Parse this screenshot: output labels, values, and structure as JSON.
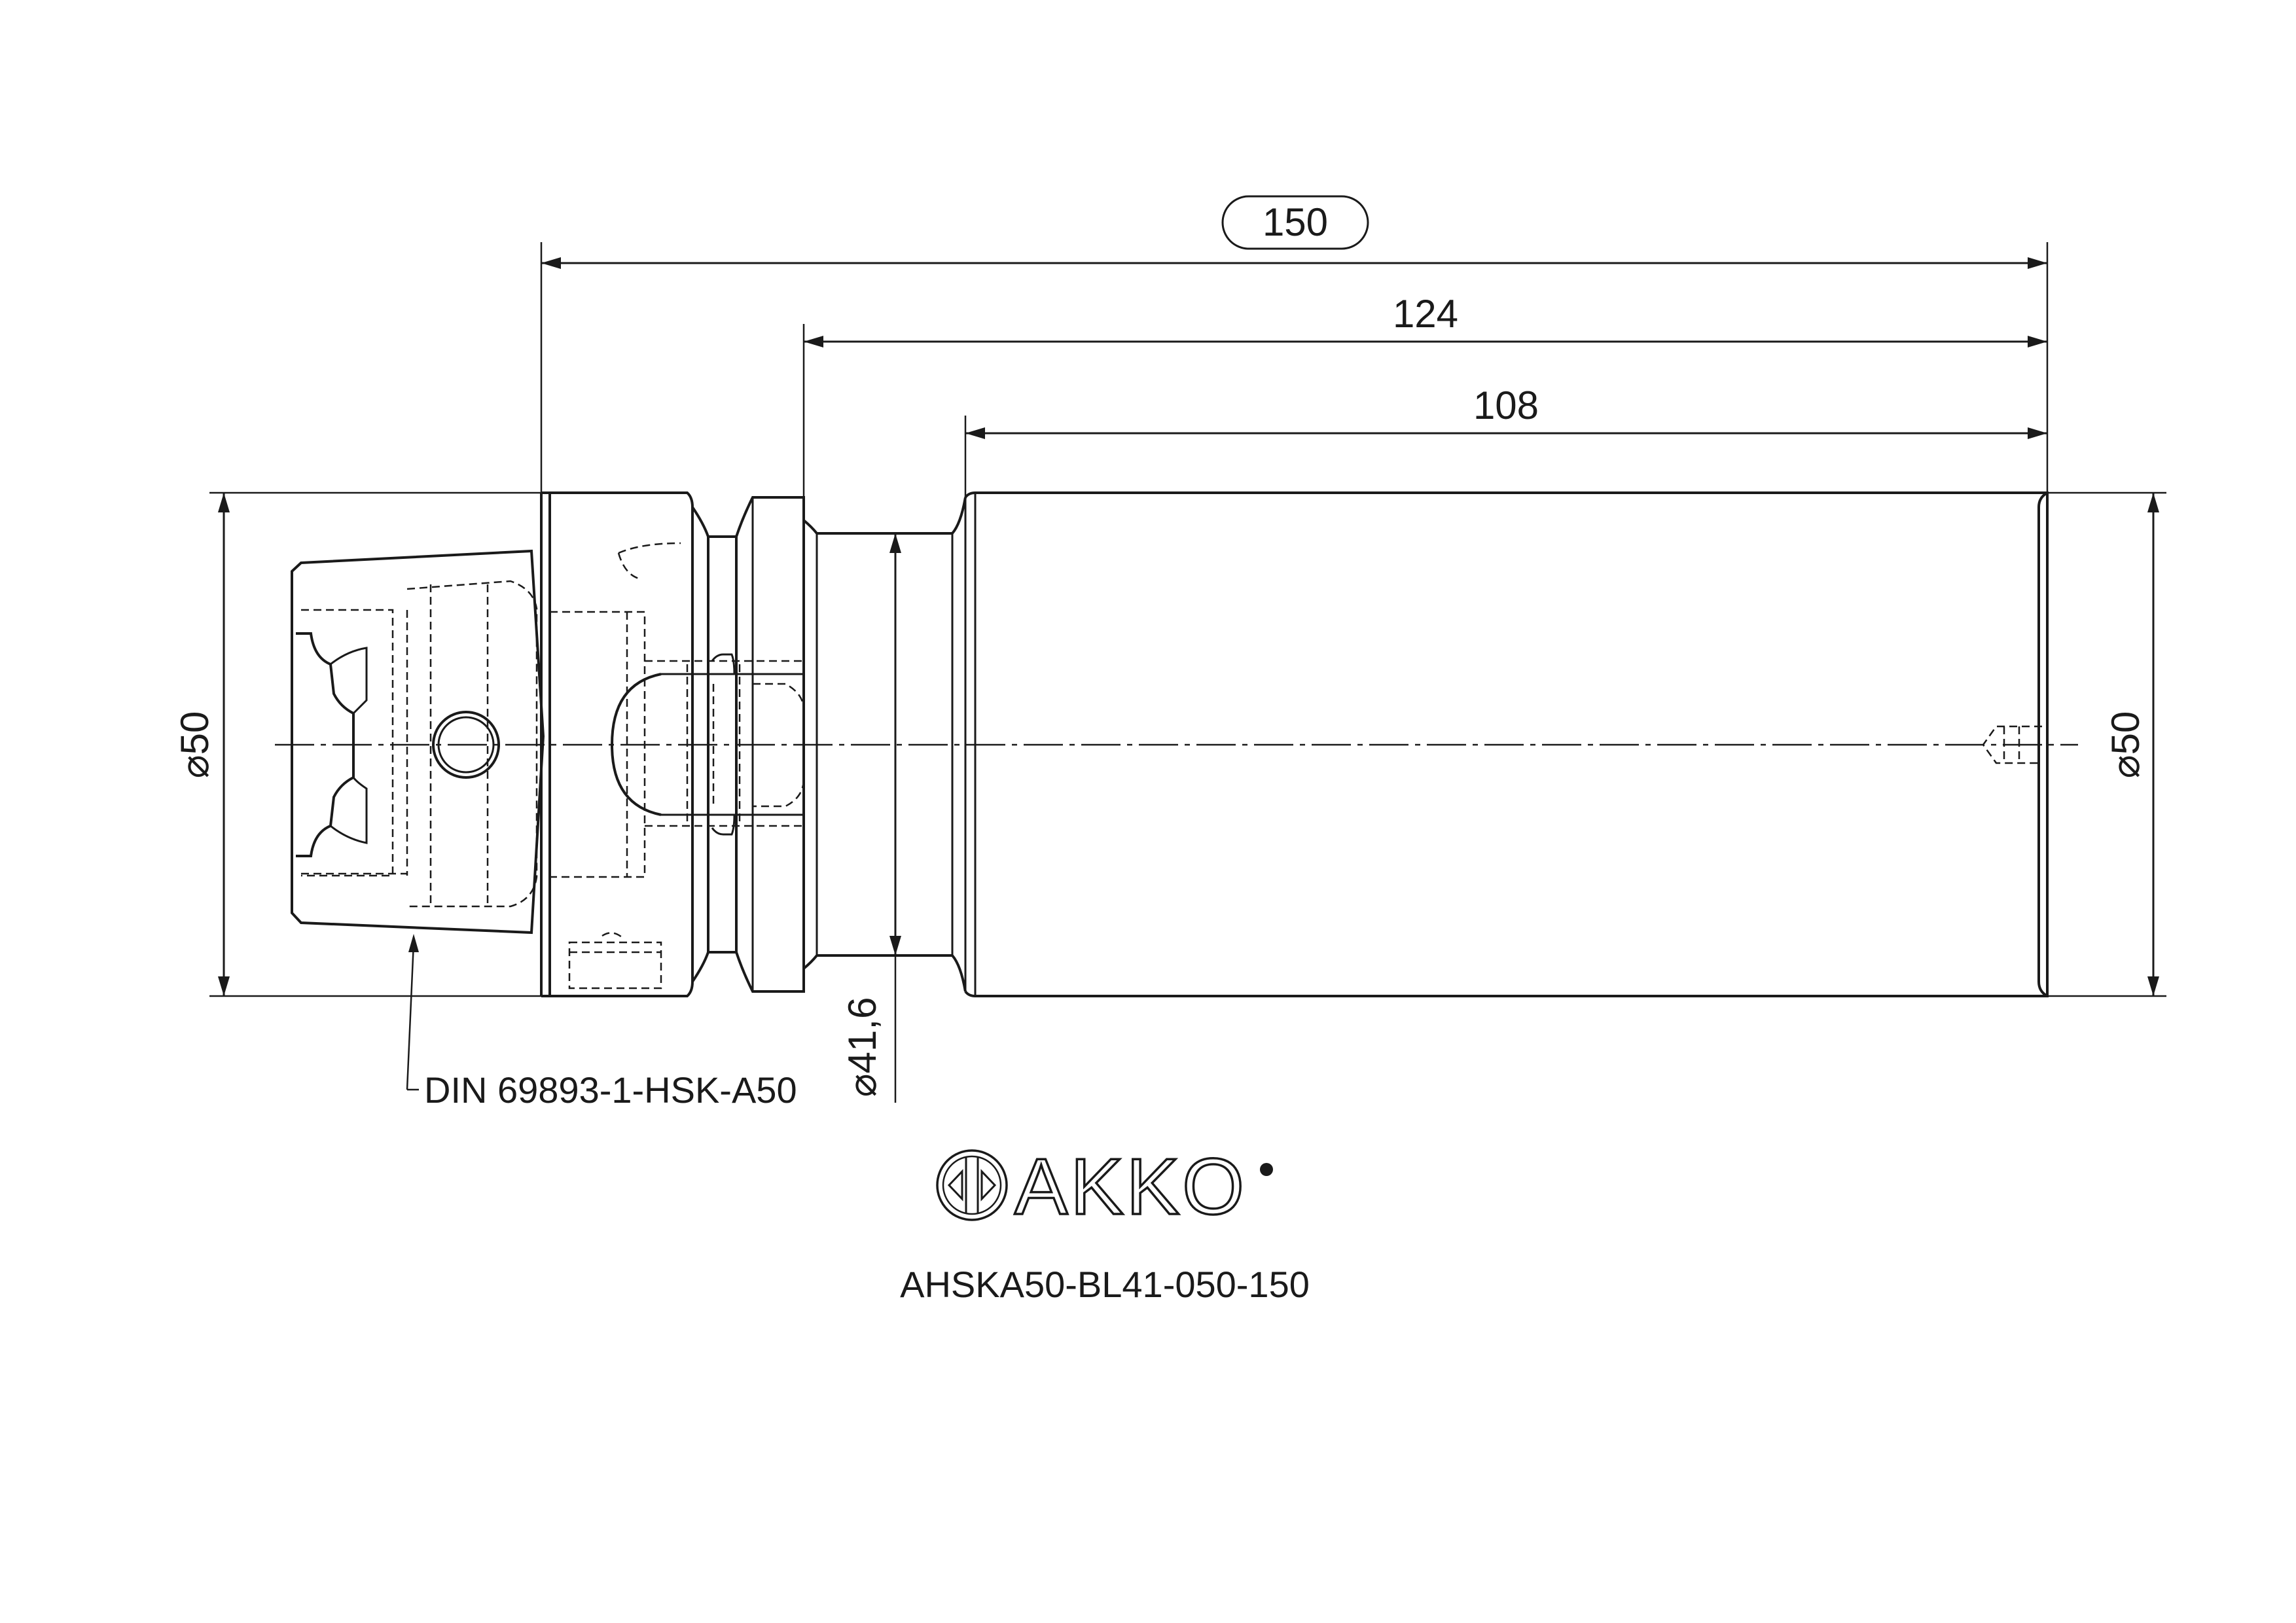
{
  "dimensions": {
    "overall_length": "150",
    "length_124": "124",
    "length_108": "108",
    "diameter_left": "⌀50",
    "diameter_right": "⌀50",
    "diameter_neck": "⌀41,6"
  },
  "labels": {
    "interface_standard": "DIN 69893-1-HSK-A50",
    "part_number": "AHSKA50-BL41-050-150"
  },
  "logo": {
    "brand_text": "AKKO",
    "icon": "akko-logo-icon"
  },
  "colors": {
    "line": "#1a1a1a",
    "background": "#ffffff"
  }
}
